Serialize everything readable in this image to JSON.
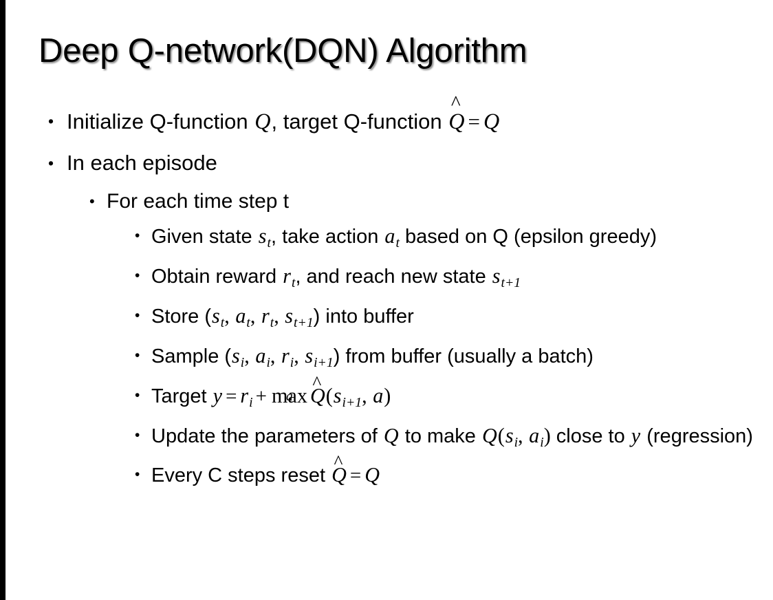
{
  "slide": {
    "title": "Deep Q-network(DQN) Algorithm",
    "background_color": "#ffffff",
    "text_color": "#000000",
    "left_bar_color": "#000000",
    "bullet_glyph": "•"
  },
  "content": {
    "b1": {
      "level": 1,
      "pre": "Initialize Q-function ",
      "var_q1": "Q",
      "mid": ", target Q-function ",
      "hat_char": "̂",
      "var_qhat": "Q",
      "equals": "=",
      "var_q2": "Q"
    },
    "b2": {
      "level": 1,
      "text": "In each episode"
    },
    "b3": {
      "level": 2,
      "text": "For each time step t"
    },
    "b4": {
      "level": 3,
      "pre": "Given state ",
      "var_s": "s",
      "sub_s": "t",
      "mid1": ", take action ",
      "var_a": "a",
      "sub_a": "t",
      "mid2": " based on Q (epsilon greedy)"
    },
    "b5": {
      "level": 3,
      "pre": "Obtain reward ",
      "var_r": "r",
      "sub_r": "t",
      "mid": ", and reach new state ",
      "var_s2": "s",
      "sub_s2": "t+1"
    },
    "b6": {
      "level": 3,
      "pre": "Store (",
      "var_s": "s",
      "sub_s": "t",
      "c1": ", ",
      "var_a": "a",
      "sub_a": "t",
      "c2": ", ",
      "var_r": "r",
      "sub_r": "t",
      "c3": ", ",
      "var_s2": "s",
      "sub_s2": "t+1",
      "post": ") into buffer"
    },
    "b7": {
      "level": 3,
      "pre": "Sample (",
      "var_s": "s",
      "sub_s": "i",
      "c1": ", ",
      "var_a": "a",
      "sub_a": "i",
      "c2": ", ",
      "var_r": "r",
      "sub_r": "i",
      "c3": ", ",
      "var_s2": "s",
      "sub_s2": "i+1",
      "post": ") from buffer (usually a batch)"
    },
    "b8": {
      "level": 3,
      "pre": "Target ",
      "var_y": "y",
      "equals": "=",
      "var_r": "r",
      "sub_r": "i",
      "plus": "+",
      "max_label": "max",
      "max_sub": "a",
      "hat_char": "̂",
      "var_qhat": "Q",
      "open": "(",
      "var_s": "s",
      "sub_s": "i+1",
      "comma": ", ",
      "var_a": "a",
      "close": ")"
    },
    "b9": {
      "level": 3,
      "pre": "Update the parameters of ",
      "var_q1": "Q",
      "mid1": " to make ",
      "var_q2": "Q",
      "open": "(",
      "var_s": "s",
      "sub_s": "i",
      "comma": ", ",
      "var_a": "a",
      "sub_a": "i",
      "close": ")",
      "mid2": " close to ",
      "var_y": "y",
      "post": " (regression)"
    },
    "b10": {
      "level": 3,
      "pre": "Every C steps reset ",
      "hat_char": "̂",
      "var_qhat": "Q",
      "equals": "=",
      "var_q": "Q"
    }
  }
}
